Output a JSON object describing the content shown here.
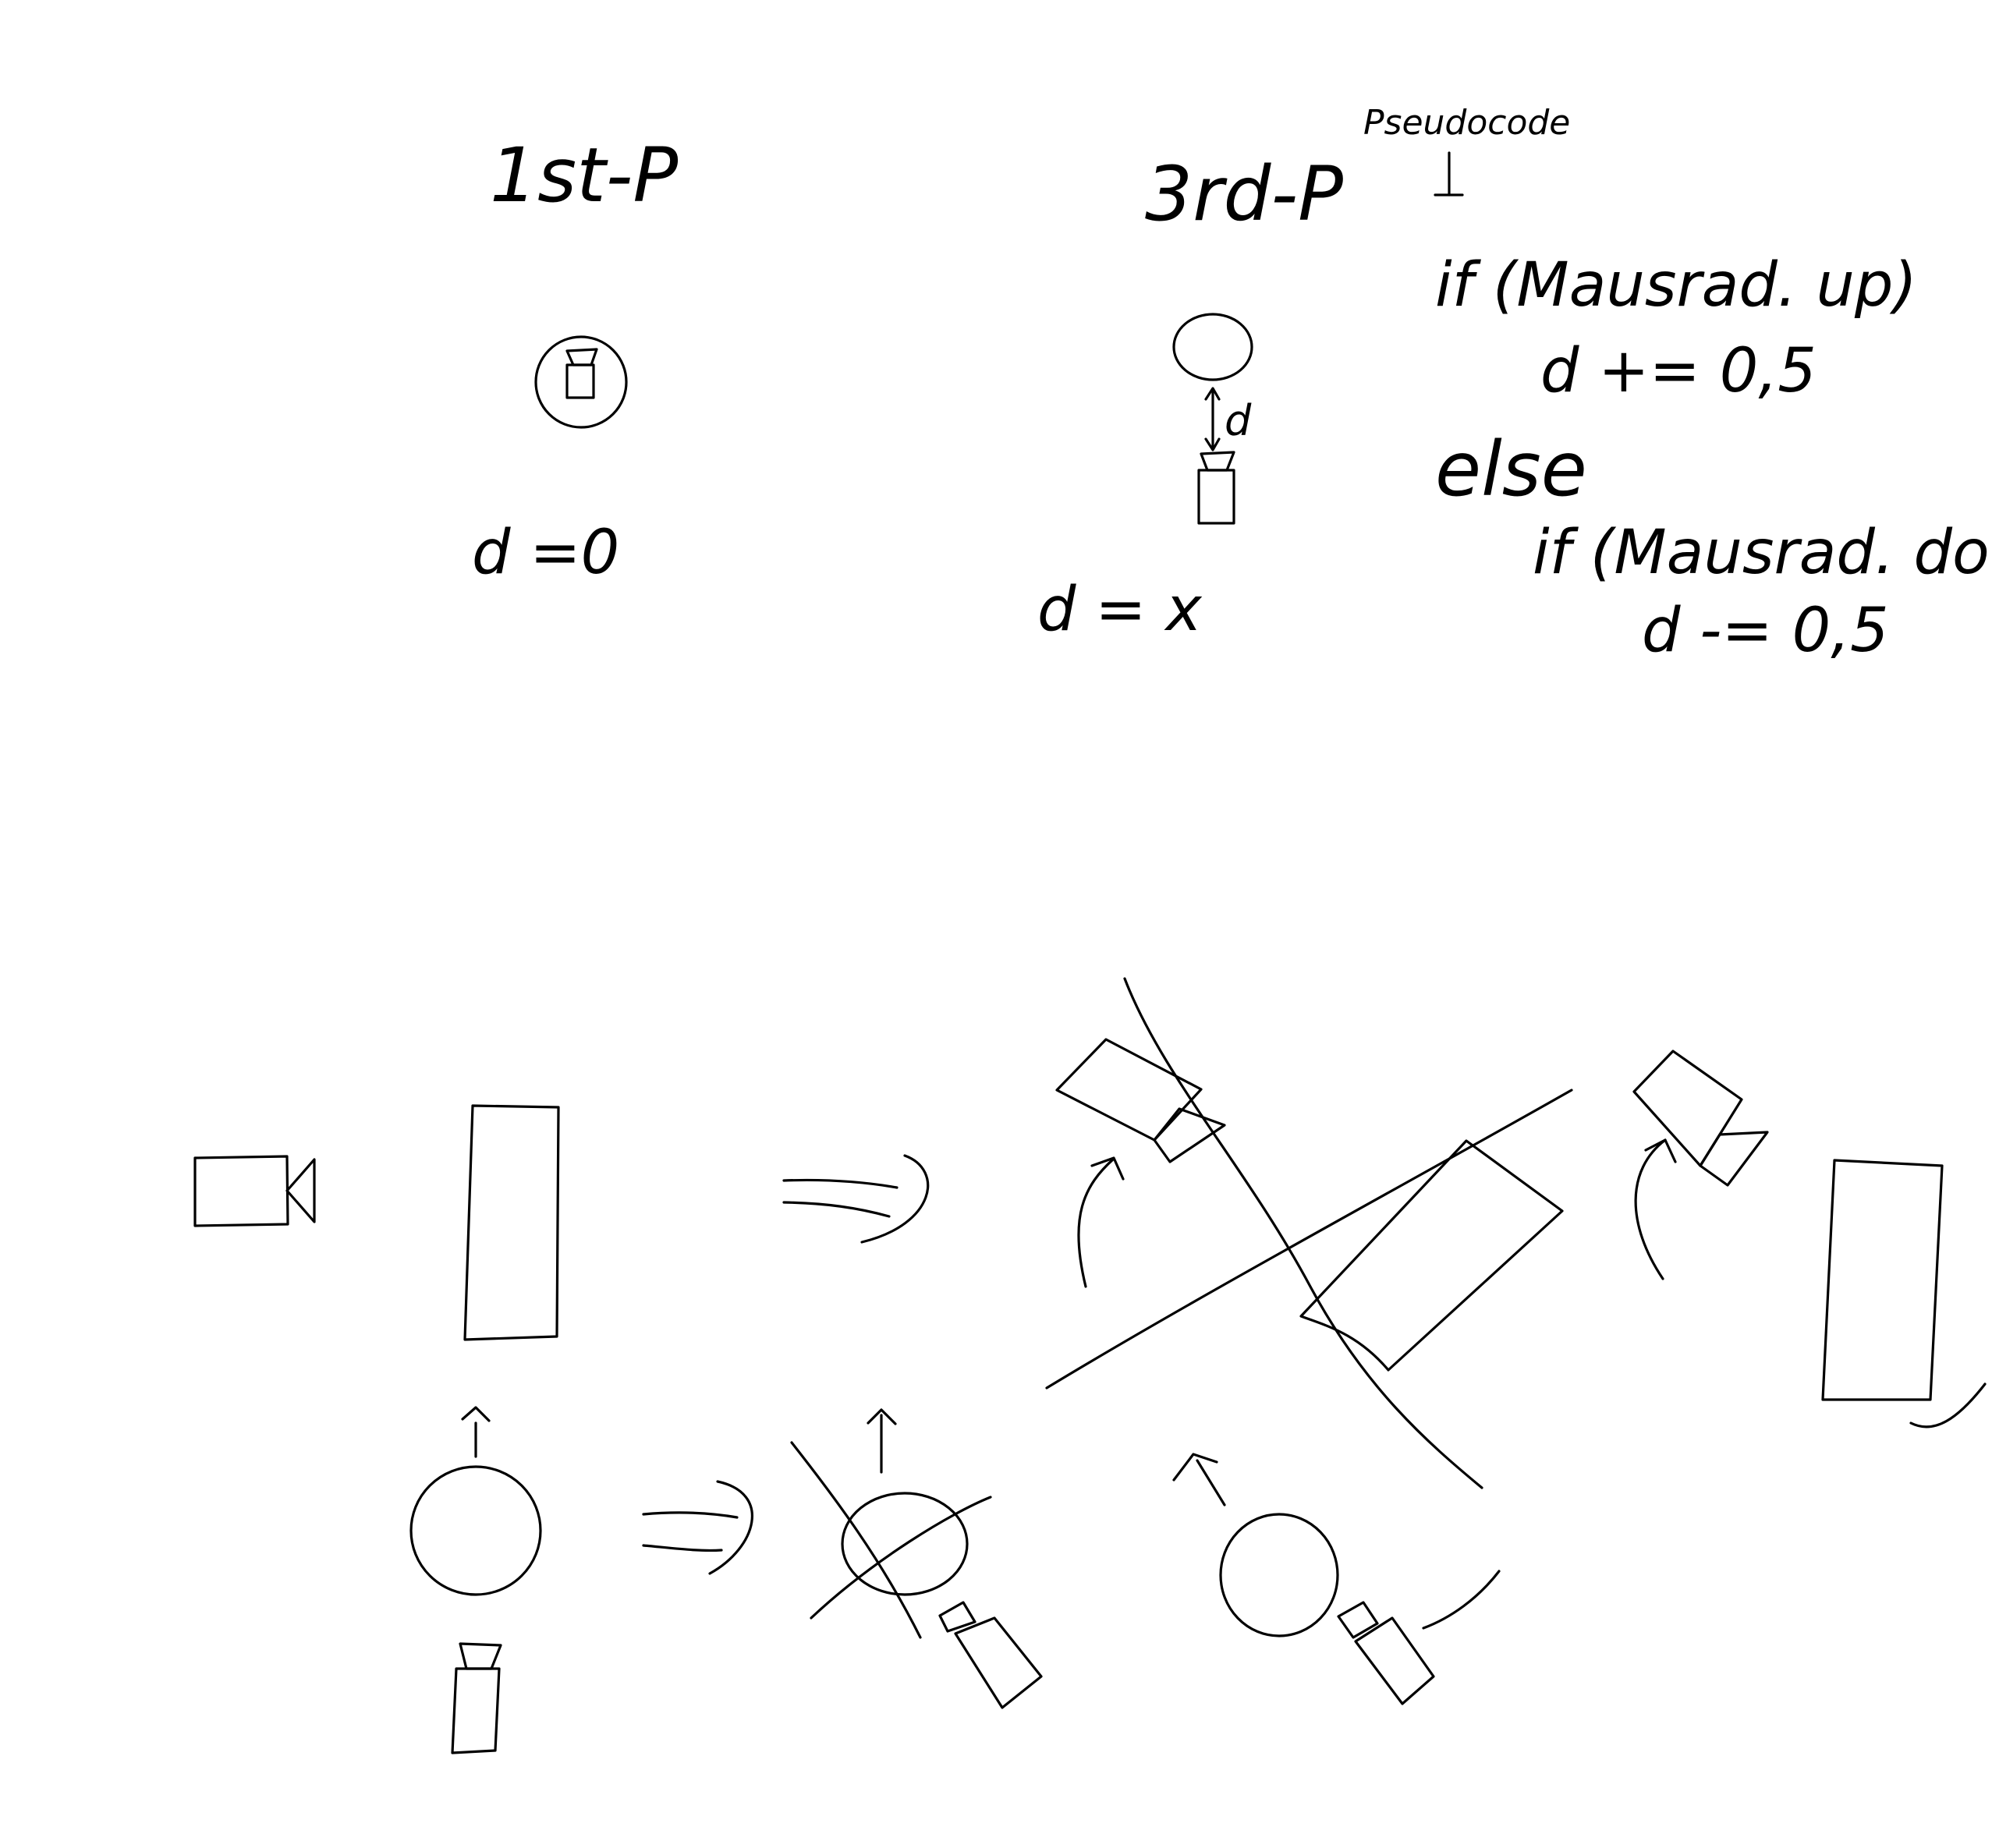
{
  "first_person": {
    "label": "1st-P",
    "equation": "d =0"
  },
  "third_person": {
    "label": "3rd-P",
    "distance_label": "d",
    "equation": "d = x"
  },
  "pseudocode": {
    "heading": "Pseudocode",
    "lines": [
      "if (Mausrad. up)",
      "d += 0,5",
      "else",
      "if (Mausrad. down)",
      "d -= 0,5"
    ]
  },
  "colors": {
    "ink": "#000000",
    "paper": "#ffffff"
  }
}
